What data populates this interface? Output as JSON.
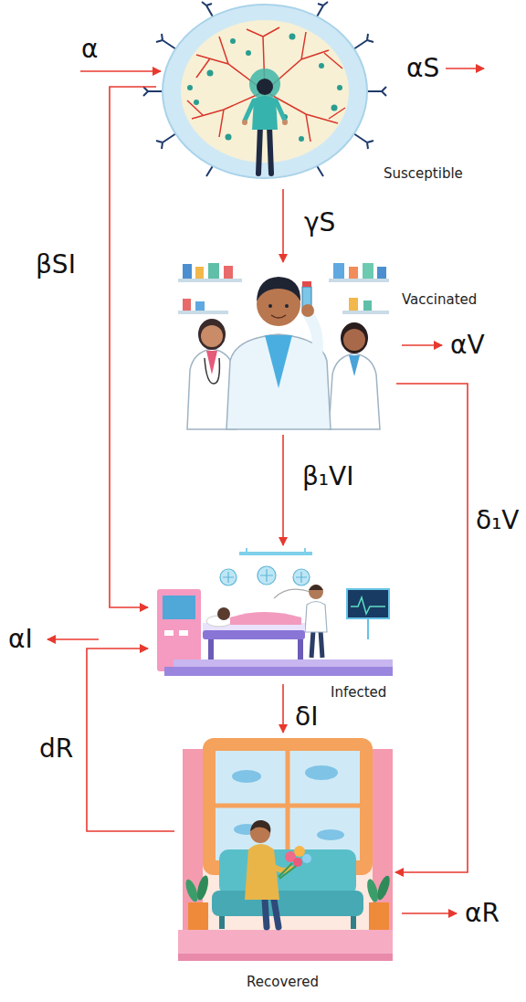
{
  "diagram": {
    "nodes": [
      {
        "text": [
          "Susceptible"
        ]
      },
      {
        "text": [
          "Vaccinated"
        ]
      },
      {
        "text": [
          "Infected"
        ]
      },
      {
        "text": [
          "Recovered"
        ]
      }
    ],
    "edges": [
      {
        "from": 0,
        "to": 1,
        "arrow": "to",
        "label": "γS"
      },
      {
        "from": 0,
        "to": 2,
        "arrow": "to",
        "label": "βSI"
      },
      {
        "from": 1,
        "to": 2,
        "arrow": "to",
        "label": "β₁VI"
      },
      {
        "from": 1,
        "to": 3,
        "arrow": "to",
        "label": "δ₁V"
      },
      {
        "from": 2,
        "to": 3,
        "arrow": "to",
        "label": "δI"
      },
      {
        "from": 3,
        "to": 2,
        "arrow": "to",
        "label": "dR"
      }
    ],
    "labels": [
      "α",
      "αS",
      "αV",
      "αI",
      "αR"
    ]
  }
}
